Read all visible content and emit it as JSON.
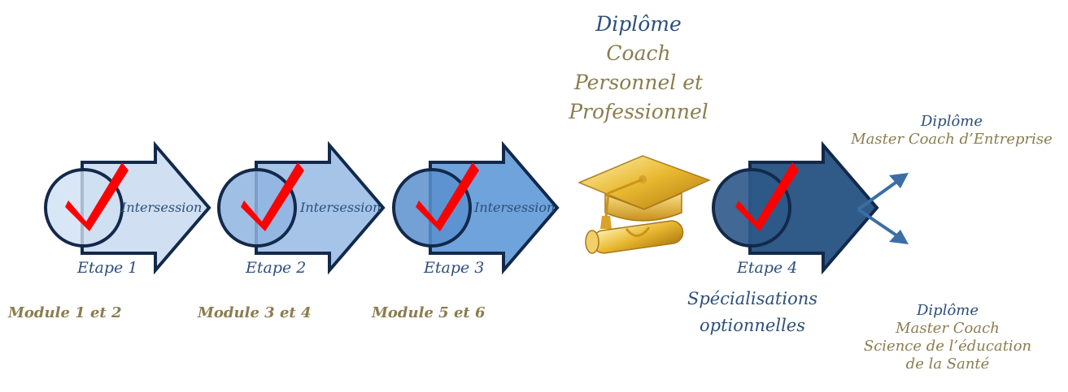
{
  "steps": [
    {
      "label": "Etape 1",
      "intersession": "Intersession",
      "module": "Module 1 et 2",
      "fill": "#d0e0f2"
    },
    {
      "label": "Etape 2",
      "intersession": "Intersession",
      "module": "Module 3 et 4",
      "fill": "#a6c4e8"
    },
    {
      "label": "Etape 3",
      "intersession": "Intersession",
      "module": "Module 5 et 6",
      "fill": "#6fa3dc"
    }
  ],
  "step4": {
    "label": "Etape 4",
    "subtitle_line1": "Spécialisations",
    "subtitle_line2": "optionnelles",
    "fill": "#305a88"
  },
  "diploma_main": {
    "line1": "Diplôme",
    "line2": "Coach",
    "line3": "Personnel et",
    "line4": "Professionnel"
  },
  "diploma_top": {
    "line1": "Diplôme",
    "line2": "Master Coach d’Entreprise"
  },
  "diploma_bottom": {
    "line1": "Diplôme",
    "line2": "Master Coach",
    "line3": "Science de l’éducation",
    "line4": "de la Santé"
  },
  "colors": {
    "outline": "#13294b",
    "check": "#ff0000",
    "text_blue": "#2c4f7c",
    "text_gold": "#8b7d4f",
    "branch_arrow": "#3a6ea5"
  },
  "icons": [
    "checkmark-icon",
    "graduation-cap-icon",
    "diploma-scroll-icon"
  ]
}
